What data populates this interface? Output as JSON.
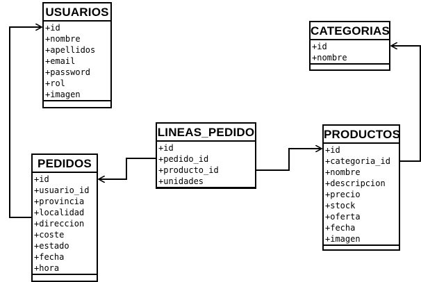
{
  "entities": {
    "usuarios": {
      "title": "USUARIOS",
      "fields": [
        "+id",
        "+nombre",
        "+apellidos",
        "+email",
        "+password",
        "+rol",
        "+imagen"
      ]
    },
    "categorias": {
      "title": "CATEGORIAS",
      "fields": [
        "+id",
        "+nombre"
      ]
    },
    "lineas_pedido": {
      "title": "LINEAS_PEDIDO",
      "fields": [
        "+id",
        "+pedido_id",
        "+producto_id",
        "+unidades"
      ]
    },
    "productos": {
      "title": "PRODUCTOS",
      "fields": [
        "+id",
        "+categoria_id",
        "+nombre",
        "+descripcion",
        "+precio",
        "+stock",
        "+oferta",
        "+fecha",
        "+imagen"
      ]
    },
    "pedidos": {
      "title": "PEDIDOS",
      "fields": [
        "+id",
        "+usuario_id",
        "+provincia",
        "+localidad",
        "+direccion",
        "+coste",
        "+estado",
        "+fecha",
        "+hora"
      ]
    }
  },
  "relationships": [
    {
      "from": "pedidos",
      "to": "usuarios"
    },
    {
      "from": "lineas_pedido",
      "to": "pedidos"
    },
    {
      "from": "lineas_pedido",
      "to": "productos"
    },
    {
      "from": "productos",
      "to": "categorias"
    }
  ]
}
